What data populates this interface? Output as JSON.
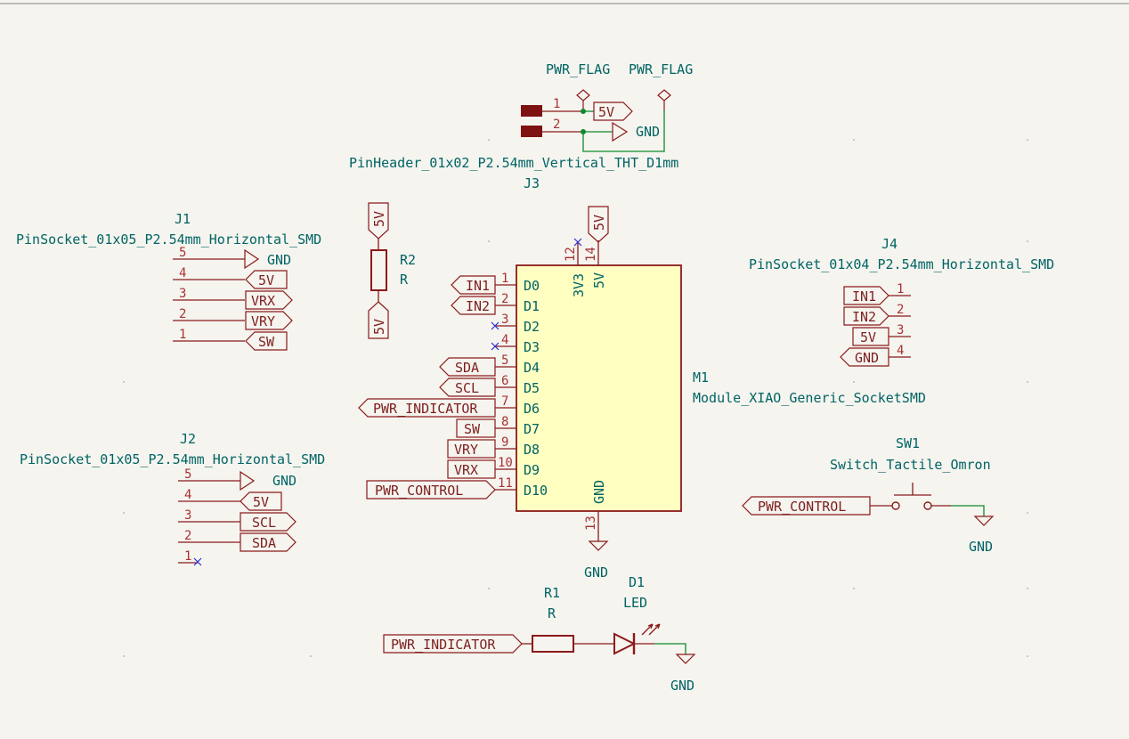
{
  "colors": {
    "background": "#f5f4ef",
    "wire": "#0d8a2b",
    "symbol": "#8b1a1a",
    "module_fill": "#ffffc2",
    "text": "#006464",
    "label": "#7e1f1f",
    "no_connect": "#2b2bd6"
  },
  "j3": {
    "ref": "J3",
    "footprint": "PinHeader_01x02_P2.54mm_Vertical_THT_D1mm",
    "pin1": "1",
    "pin2": "2",
    "flag1": "PWR_FLAG",
    "flag2": "PWR_FLAG",
    "label_5v": "5V",
    "gnd": "GND"
  },
  "j1": {
    "ref": "J1",
    "footprint": "PinSocket_01x05_P2.54mm_Horizontal_SMD",
    "pins": [
      "5",
      "4",
      "3",
      "2",
      "1"
    ],
    "gnd": "GND",
    "labels": [
      "5V",
      "VRX",
      "VRY",
      "SW"
    ]
  },
  "j2": {
    "ref": "J2",
    "footprint": "PinSocket_01x05_P2.54mm_Horizontal_SMD",
    "pins": [
      "5",
      "4",
      "3",
      "2",
      "1"
    ],
    "gnd": "GND",
    "labels": [
      "5V",
      "SCL",
      "SDA"
    ]
  },
  "r2": {
    "ref": "R2",
    "value": "R",
    "top": "5V",
    "bottom": "5V"
  },
  "m1": {
    "ref": "M1",
    "footprint": "Module_XIAO_Generic_SocketSMD",
    "left_pins": [
      {
        "num": "1",
        "name": "D0",
        "label": "IN1"
      },
      {
        "num": "2",
        "name": "D1",
        "label": "IN2"
      },
      {
        "num": "3",
        "name": "D2",
        "label": ""
      },
      {
        "num": "4",
        "name": "D3",
        "label": ""
      },
      {
        "num": "5",
        "name": "D4",
        "label": "SDA"
      },
      {
        "num": "6",
        "name": "D5",
        "label": "SCL"
      },
      {
        "num": "7",
        "name": "D6",
        "label": "PWR_INDICATOR"
      },
      {
        "num": "8",
        "name": "D7",
        "label": "SW"
      },
      {
        "num": "9",
        "name": "D8",
        "label": "VRY"
      },
      {
        "num": "10",
        "name": "D9",
        "label": "VRX"
      },
      {
        "num": "11",
        "name": "D10",
        "label": "PWR_CONTROL"
      }
    ],
    "top_pins": [
      {
        "num": "12",
        "name": "3V3"
      },
      {
        "num": "14",
        "name": "5V"
      }
    ],
    "bottom_pin": {
      "num": "13",
      "name": "GND"
    },
    "label_5v": "5V",
    "gnd": "GND"
  },
  "j4": {
    "ref": "J4",
    "footprint": "PinSocket_01x04_P2.54mm_Horizontal_SMD",
    "pins": [
      "1",
      "2",
      "3",
      "4"
    ],
    "labels": [
      "IN1",
      "IN2",
      "5V",
      "GND"
    ]
  },
  "sw1": {
    "ref": "SW1",
    "value": "Switch_Tactile_Omron",
    "label": "PWR_CONTROL",
    "gnd": "GND"
  },
  "r1": {
    "ref": "R1",
    "value": "R"
  },
  "d1": {
    "ref": "D1",
    "value": "LED"
  },
  "indicator": {
    "label": "PWR_INDICATOR",
    "gnd": "GND"
  }
}
